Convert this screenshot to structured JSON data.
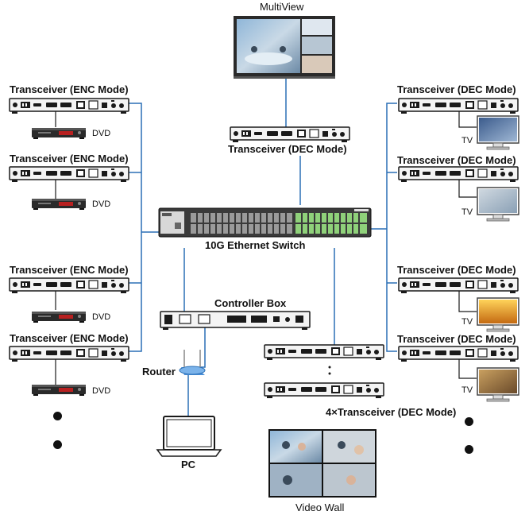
{
  "labels": {
    "multiview": "MultiView",
    "transceiver_enc": "Transceiver (ENC Mode)",
    "transceiver_dec": "Transceiver (DEC Mode)",
    "dvd": "DVD",
    "tv": "TV",
    "switch": "10G Ethernet Switch",
    "controller_box": "Controller Box",
    "router": "Router",
    "pc": "PC",
    "four_transceiver": "4×Transceiver (DEC Mode)",
    "video_wall": "Video Wall"
  },
  "colors": {
    "line": "#2a6fb5",
    "device_body": "#f4f4f4",
    "device_border": "#1a1a1a",
    "switch_body": "#3a3a3a",
    "port_green": "#8fd17a",
    "router_blue": "#4a8fd8"
  }
}
